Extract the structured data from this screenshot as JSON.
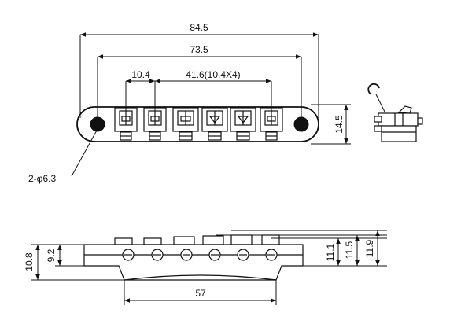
{
  "dimensions": {
    "total_width": "84.5",
    "stud_spacing": "73.5",
    "saddle_pitch": "10.4",
    "saddle_span": "41.6(10.4X4)",
    "bridge_height": "14.5",
    "stud_holes": "2-φ6.3",
    "height_a": "10.8",
    "height_b": "9.2",
    "height_c": "11.1",
    "height_d": "11.5",
    "height_e": "11.9",
    "base_length": "57"
  }
}
